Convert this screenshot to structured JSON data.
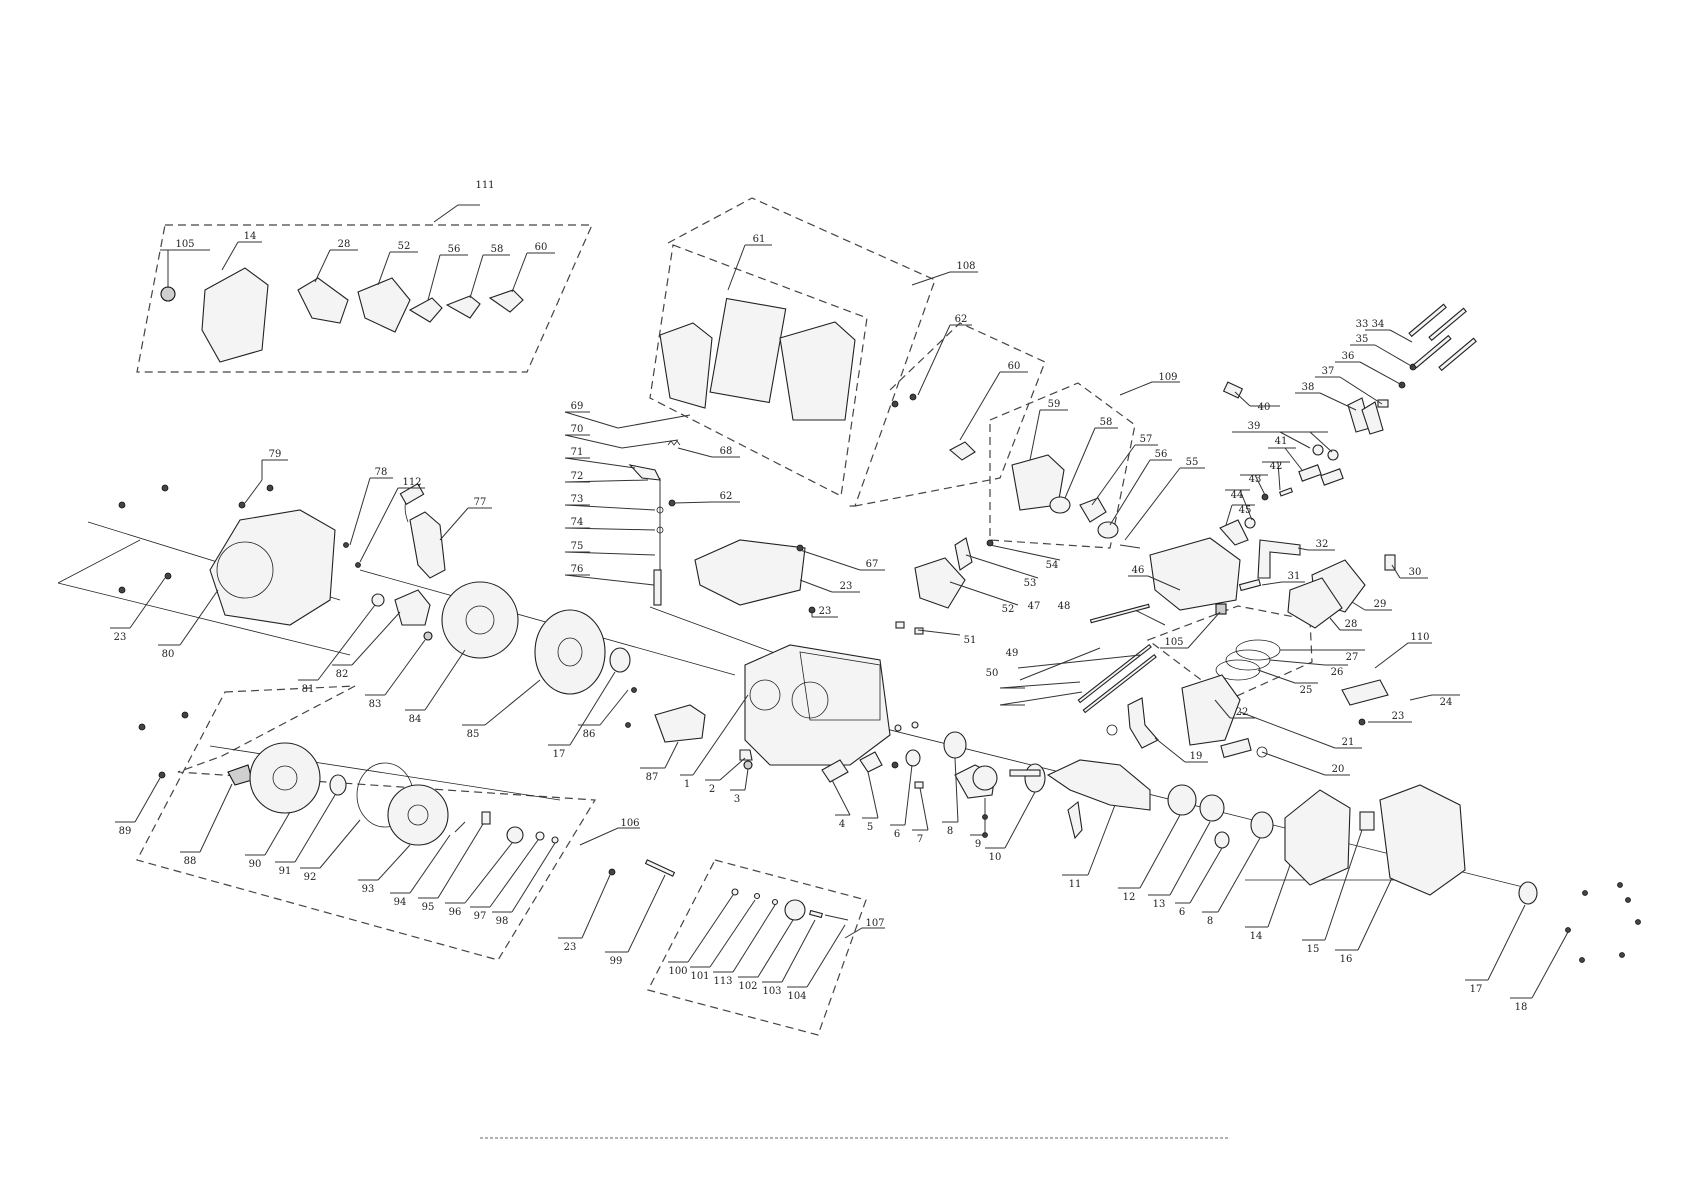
{
  "diagram": {
    "group_labels": [
      {
        "id": "g111",
        "text": "111"
      },
      {
        "id": "g108",
        "text": "108"
      },
      {
        "id": "g109",
        "text": "109"
      },
      {
        "id": "g110",
        "text": "110"
      },
      {
        "id": "g106",
        "text": "106"
      },
      {
        "id": "g107",
        "text": "107"
      }
    ],
    "callouts": [
      {
        "id": "c105a",
        "text": "105"
      },
      {
        "id": "c14a",
        "text": "14"
      },
      {
        "id": "c28a",
        "text": "28"
      },
      {
        "id": "c52a",
        "text": "52"
      },
      {
        "id": "c56a",
        "text": "56"
      },
      {
        "id": "c58a",
        "text": "58"
      },
      {
        "id": "c60a",
        "text": "60"
      },
      {
        "id": "c61",
        "text": "61"
      },
      {
        "id": "c62a",
        "text": "62"
      },
      {
        "id": "c60b",
        "text": "60"
      },
      {
        "id": "c59",
        "text": "59"
      },
      {
        "id": "c58b",
        "text": "58"
      },
      {
        "id": "c57",
        "text": "57"
      },
      {
        "id": "c56b",
        "text": "56"
      },
      {
        "id": "c55",
        "text": "55"
      },
      {
        "id": "c54",
        "text": "54"
      },
      {
        "id": "c53",
        "text": "53"
      },
      {
        "id": "c52b",
        "text": "52"
      },
      {
        "id": "c51",
        "text": "51"
      },
      {
        "id": "c47",
        "text": "47"
      },
      {
        "id": "c48",
        "text": "48"
      },
      {
        "id": "c49",
        "text": "49"
      },
      {
        "id": "c50",
        "text": "50"
      },
      {
        "id": "c46",
        "text": "46"
      },
      {
        "id": "c45",
        "text": "45"
      },
      {
        "id": "c44",
        "text": "44"
      },
      {
        "id": "c43",
        "text": "43"
      },
      {
        "id": "c42",
        "text": "42"
      },
      {
        "id": "c41",
        "text": "41"
      },
      {
        "id": "c39",
        "text": "39"
      },
      {
        "id": "c40",
        "text": "40"
      },
      {
        "id": "c38",
        "text": "38"
      },
      {
        "id": "c37",
        "text": "37"
      },
      {
        "id": "c36",
        "text": "36"
      },
      {
        "id": "c35",
        "text": "35"
      },
      {
        "id": "c34",
        "text": "34"
      },
      {
        "id": "c33",
        "text": "33"
      },
      {
        "id": "c32",
        "text": "32"
      },
      {
        "id": "c31",
        "text": "31"
      },
      {
        "id": "c30",
        "text": "30"
      },
      {
        "id": "c29",
        "text": "29"
      },
      {
        "id": "c28b",
        "text": "28"
      },
      {
        "id": "c27",
        "text": "27"
      },
      {
        "id": "c26",
        "text": "26"
      },
      {
        "id": "c25",
        "text": "25"
      },
      {
        "id": "c24",
        "text": "24"
      },
      {
        "id": "c23a",
        "text": "23"
      },
      {
        "id": "c22",
        "text": "22"
      },
      {
        "id": "c21",
        "text": "21"
      },
      {
        "id": "c20",
        "text": "20"
      },
      {
        "id": "c105b",
        "text": "105"
      },
      {
        "id": "c69",
        "text": "69"
      },
      {
        "id": "c70",
        "text": "70"
      },
      {
        "id": "c71",
        "text": "71"
      },
      {
        "id": "c72",
        "text": "72"
      },
      {
        "id": "c73",
        "text": "73"
      },
      {
        "id": "c74",
        "text": "74"
      },
      {
        "id": "c75",
        "text": "75"
      },
      {
        "id": "c76",
        "text": "76"
      },
      {
        "id": "c68",
        "text": "68"
      },
      {
        "id": "c62b",
        "text": "62"
      },
      {
        "id": "c67",
        "text": "67"
      },
      {
        "id": "c23b",
        "text": "23"
      },
      {
        "id": "c23c",
        "text": "23"
      },
      {
        "id": "c79",
        "text": "79"
      },
      {
        "id": "c78",
        "text": "78"
      },
      {
        "id": "c112",
        "text": "112"
      },
      {
        "id": "c77",
        "text": "77"
      },
      {
        "id": "c23d",
        "text": "23"
      },
      {
        "id": "c80",
        "text": "80"
      },
      {
        "id": "c81",
        "text": "81"
      },
      {
        "id": "c82",
        "text": "82"
      },
      {
        "id": "c83",
        "text": "83"
      },
      {
        "id": "c84",
        "text": "84"
      },
      {
        "id": "c85",
        "text": "85"
      },
      {
        "id": "c17a",
        "text": "17"
      },
      {
        "id": "c86",
        "text": "86"
      },
      {
        "id": "c87",
        "text": "87"
      },
      {
        "id": "c1",
        "text": "1"
      },
      {
        "id": "c2",
        "text": "2"
      },
      {
        "id": "c3",
        "text": "3"
      },
      {
        "id": "c4",
        "text": "4"
      },
      {
        "id": "c5",
        "text": "5"
      },
      {
        "id": "c6a",
        "text": "6"
      },
      {
        "id": "c7",
        "text": "7"
      },
      {
        "id": "c8a",
        "text": "8"
      },
      {
        "id": "c9",
        "text": "9"
      },
      {
        "id": "c10",
        "text": "10"
      },
      {
        "id": "c11",
        "text": "11"
      },
      {
        "id": "c19",
        "text": "19"
      },
      {
        "id": "c12",
        "text": "12"
      },
      {
        "id": "c13",
        "text": "13"
      },
      {
        "id": "c6b",
        "text": "6"
      },
      {
        "id": "c8b",
        "text": "8"
      },
      {
        "id": "c14b",
        "text": "14"
      },
      {
        "id": "c15",
        "text": "15"
      },
      {
        "id": "c16",
        "text": "16"
      },
      {
        "id": "c17b",
        "text": "17"
      },
      {
        "id": "c18",
        "text": "18"
      },
      {
        "id": "c89",
        "text": "89"
      },
      {
        "id": "c88",
        "text": "88"
      },
      {
        "id": "c90",
        "text": "90"
      },
      {
        "id": "c91",
        "text": "91"
      },
      {
        "id": "c92",
        "text": "92"
      },
      {
        "id": "c93",
        "text": "93"
      },
      {
        "id": "c94",
        "text": "94"
      },
      {
        "id": "c95",
        "text": "95"
      },
      {
        "id": "c96",
        "text": "96"
      },
      {
        "id": "c97",
        "text": "97"
      },
      {
        "id": "c98",
        "text": "98"
      },
      {
        "id": "c23e",
        "text": "23"
      },
      {
        "id": "c99",
        "text": "99"
      },
      {
        "id": "c100",
        "text": "100"
      },
      {
        "id": "c101",
        "text": "101"
      },
      {
        "id": "c113",
        "text": "113"
      },
      {
        "id": "c102",
        "text": "102"
      },
      {
        "id": "c103",
        "text": "103"
      },
      {
        "id": "c104",
        "text": "104"
      }
    ]
  }
}
